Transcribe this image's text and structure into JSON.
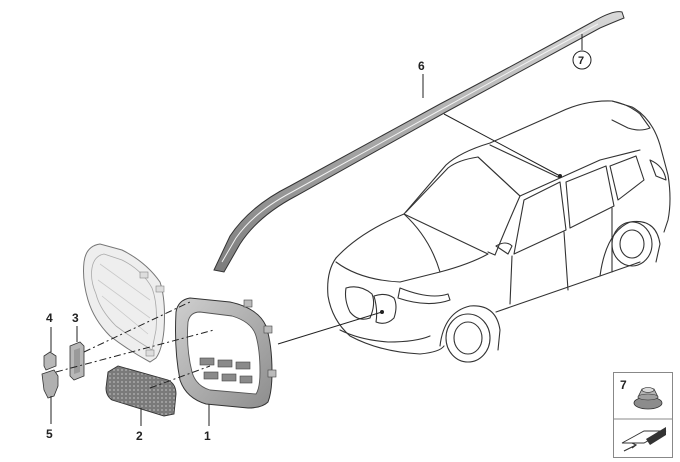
{
  "callouts": {
    "p1": "1",
    "p2": "2",
    "p3": "3",
    "p4": "4",
    "p5": "5",
    "p6": "6",
    "p7": "7",
    "legend": "7"
  },
  "colors": {
    "line": "#333333",
    "part_fill": "#b4b4b4",
    "part_dark": "#6e6e6e",
    "part_light": "#e8e8e8"
  }
}
